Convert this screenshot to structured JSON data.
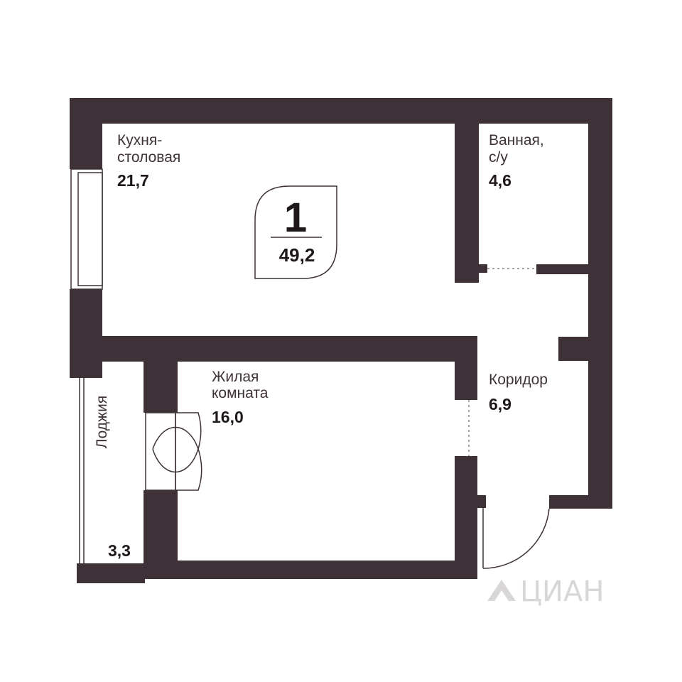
{
  "plan": {
    "rooms_count": "1",
    "total_area": "49,2",
    "rooms": {
      "kitchen": {
        "name_line1": "Кухня-",
        "name_line2": "столовая",
        "area": "21,7"
      },
      "bathroom": {
        "name_line1": "Ванная,",
        "name_line2": "с/у",
        "area": "4,6"
      },
      "living": {
        "name_line1": "Жилая",
        "name_line2": "комната",
        "area": "16,0"
      },
      "corridor": {
        "name": "Коридор",
        "area": "6,9"
      },
      "loggia": {
        "name": "Лоджия",
        "area": "3,3"
      }
    },
    "wall_color": "#3e3238"
  },
  "watermark": {
    "text": "ЦИАН",
    "icon": "cian-logo-icon"
  }
}
